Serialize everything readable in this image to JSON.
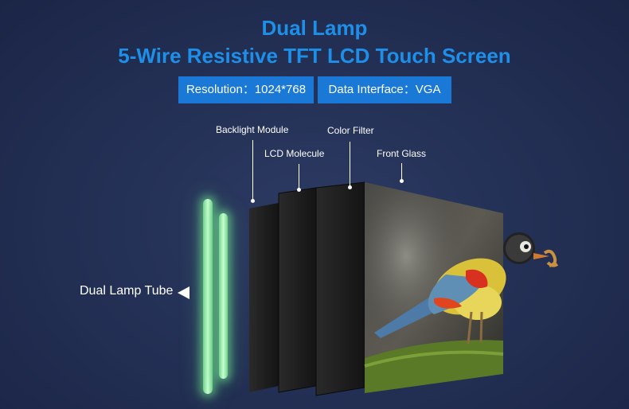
{
  "header": {
    "title_line1": "Dual Lamp",
    "title_line2": "5-Wire Resistive TFT LCD Touch Screen"
  },
  "specs": {
    "resolution": "Resolution：1024*768",
    "interface": "Data Interface：VGA"
  },
  "layers": {
    "backlight": "Backlight Module",
    "lcd": "LCD Molecule",
    "filter": "Color Filter",
    "glass": "Front Glass"
  },
  "lamp": {
    "label": "Dual Lamp Tube"
  },
  "colors": {
    "accent": "#1e8fe8",
    "badge": "#1a78d6",
    "background": "#243156",
    "lamp_glow": "#8ff0a8"
  },
  "icons": {
    "lamp_pointer": "triangle-left-icon"
  }
}
